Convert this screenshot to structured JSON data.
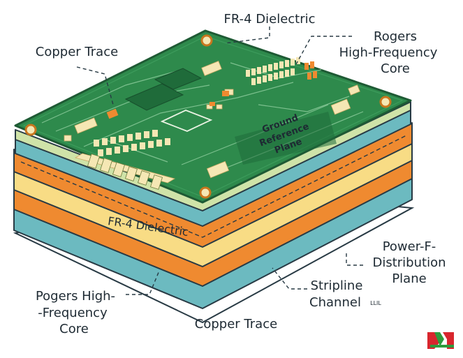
{
  "labels": {
    "fr4_top": "FR-4 Dielectric",
    "rogers_top_1": "Rogers",
    "rogers_top_2": "High-Frequency",
    "rogers_top_3": "Core",
    "copper_top": "Copper Trace",
    "ground_1": "Ground",
    "ground_2": "Reference",
    "ground_3": "Plane",
    "fr4_band": "FR-4 Dielectric",
    "power_1": "Power-F-",
    "power_2": "Distribution",
    "power_3": "Plane",
    "stripline_1": "Stripline",
    "stripline_2": "Channel",
    "stripline_tag": "LLIL",
    "rogers_bottom_1": "Pogers High-",
    "rogers_bottom_2": "-Frequency",
    "rogers_bottom_3": "Core",
    "copper_bottom": "Copper Trace"
  },
  "colors": {
    "board_green": "#2e8a4c",
    "board_edge": "#1e5a34",
    "pad_cream": "#f5e7b4",
    "layer_green_pale": "#cfe3a8",
    "layer_teal": "#6cbac0",
    "layer_orange": "#ef8a30",
    "layer_cream": "#f8dc85",
    "layer_outline": "#283a44",
    "logo_red": "#d8262d",
    "logo_green": "#2e9b3c"
  },
  "icons": {
    "logo": "brand-logo-icon"
  }
}
